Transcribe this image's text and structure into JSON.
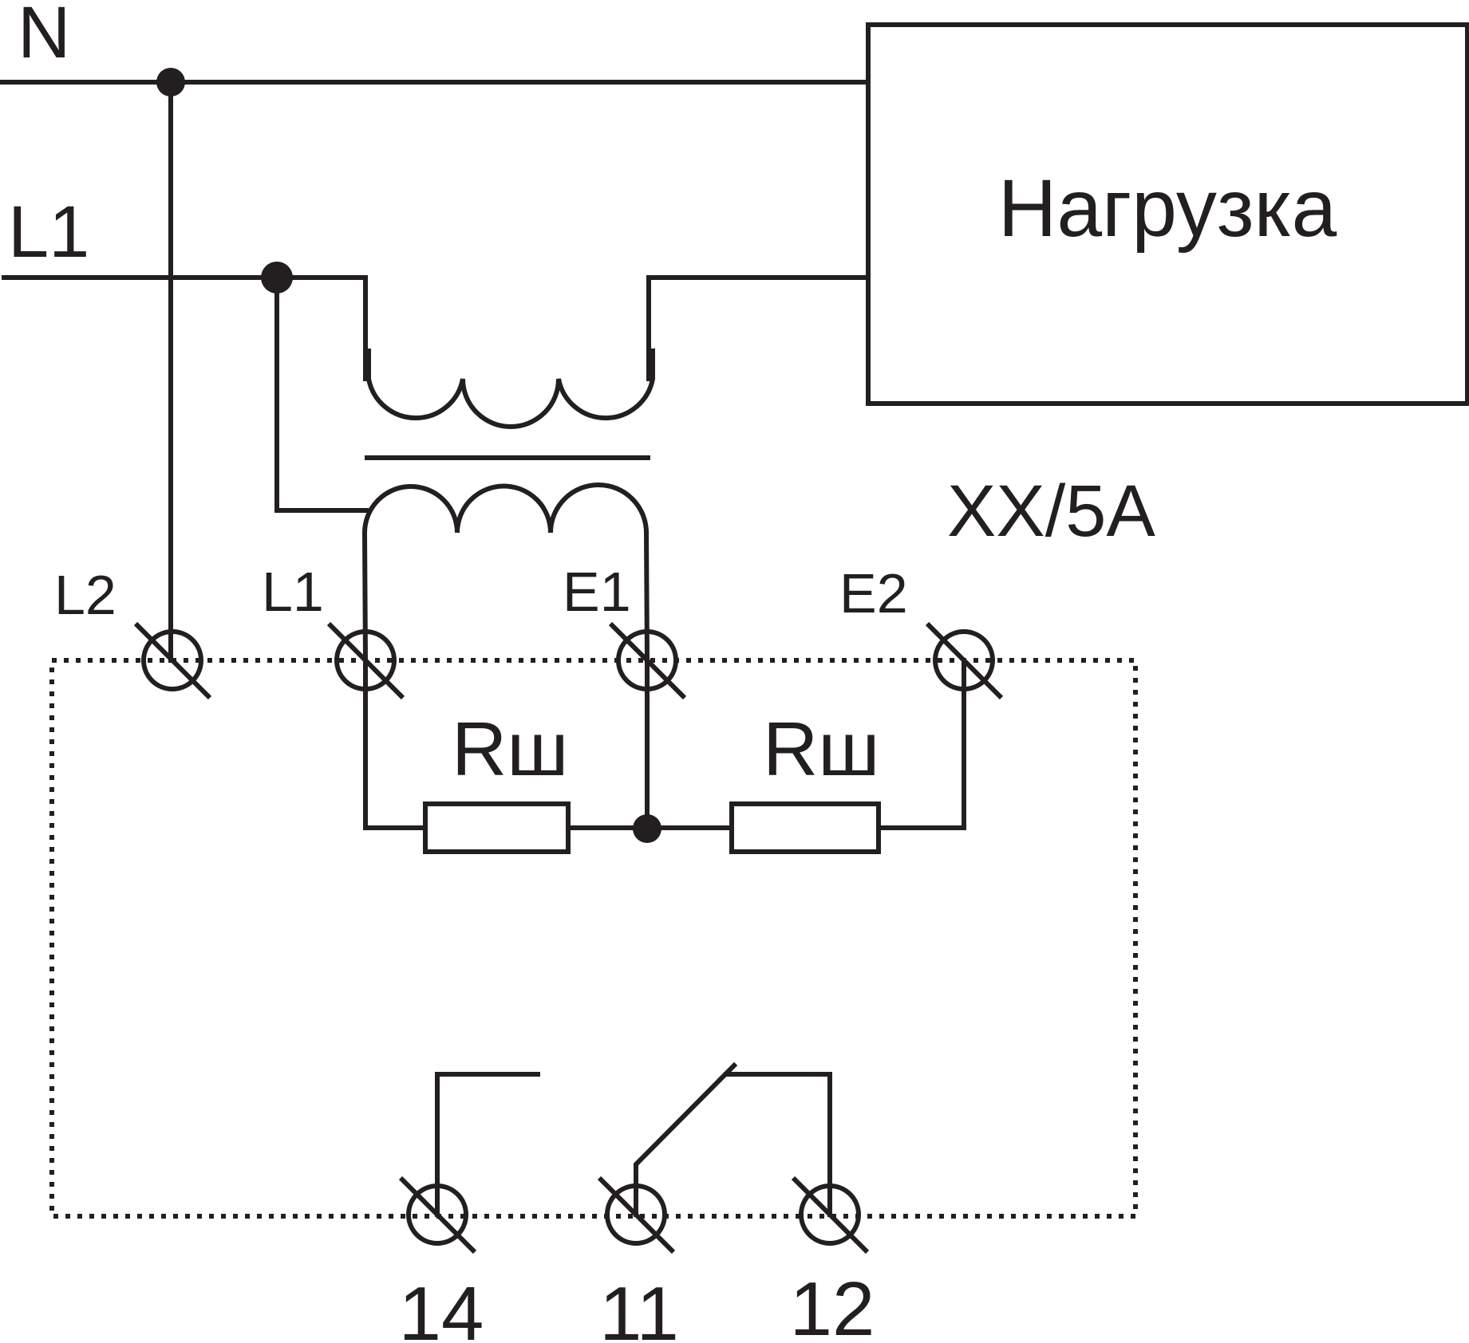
{
  "lines": {
    "neutral": "N",
    "phase": "L1"
  },
  "load": {
    "label": "Нагрузка"
  },
  "transformer": {
    "ratio": "XX/5A"
  },
  "terminals": {
    "l2": "L2",
    "l1": "L1",
    "e1": "E1",
    "e2": "E2"
  },
  "shunts": {
    "left": "Rш",
    "right": "Rш"
  },
  "relay_terminals": {
    "t14": "14",
    "t11": "11",
    "t12": "12"
  }
}
